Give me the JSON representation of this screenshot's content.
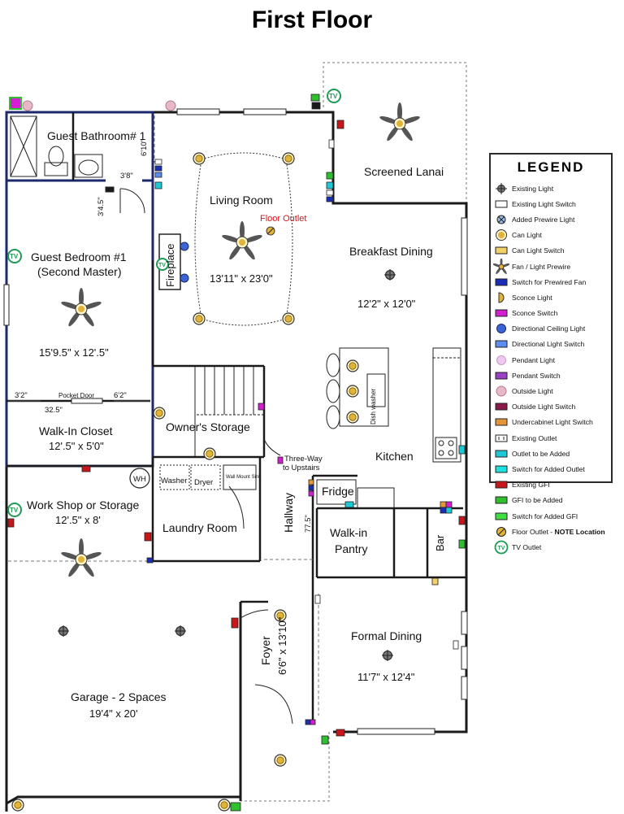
{
  "title": "First Floor",
  "rooms": {
    "guest_bathroom": "Guest Bathroom# 1",
    "guest_bedroom": "Guest Bedroom #1",
    "guest_bedroom_sub": "(Second Master)",
    "guest_bedroom_dim": "15'9.5\" x 12'.5\"",
    "walk_in_closet": "Walk-In Closet",
    "walk_in_closet_dim": "12'.5\" x 5'0\"",
    "workshop": "Work Shop or Storage",
    "workshop_dim": "12'.5\" x 8'",
    "garage": "Garage - 2 Spaces",
    "garage_dim": "19'4\" x 20'",
    "living_room": "Living Room",
    "living_room_dim": "13'11\" x 23'0\"",
    "fireplace": "Fireplace",
    "floor_outlet": "Floor Outlet",
    "screened_lanai": "Screened Lanai",
    "breakfast_dining": "Breakfast Dining",
    "breakfast_dining_dim": "12'2\" x 12'0\"",
    "owners_storage": "Owner's Storage",
    "kitchen": "Kitchen",
    "laundry": "Laundry Room",
    "washer": "Washer",
    "dryer": "Dryer",
    "wall_mount_sink": "Wall Mount Sink",
    "three_way": "Three-Way",
    "three_way_2": "to Upstairs",
    "hallway": "Hallway",
    "hallway_dim": "77.5\"",
    "fridge": "Fridge",
    "walk_in_pantry": "Walk-in",
    "walk_in_pantry_2": "Pantry",
    "bar": "Bar",
    "dish_washer": "Dish washer",
    "foyer": "Foyer",
    "foyer_dim": "6'6\" x 13'10\"",
    "formal_dining": "Formal Dining",
    "formal_dining_dim": "11'7\" x 12'4\"",
    "wh": "WH",
    "tv": "TV"
  },
  "dimensions": {
    "bath_610": "6'10\"",
    "bath_38": "3'8\"",
    "bath_345": "3'4.5\"",
    "closet_32": "3'2\"",
    "closet_pocket": "Pocket Door",
    "closet_62": "6'2\"",
    "closet_325": "32.5\""
  },
  "legend": {
    "title": "LEGEND",
    "items": [
      {
        "symbol": "existing-light-icon",
        "label": "Existing Light"
      },
      {
        "symbol": "existing-light-switch-icon",
        "label": "Existing Light Switch"
      },
      {
        "symbol": "added-prewire-light-icon",
        "label": "Added Prewire Light"
      },
      {
        "symbol": "can-light-icon",
        "label": "Can Light"
      },
      {
        "symbol": "can-light-switch-icon",
        "label": "Can Light Switch"
      },
      {
        "symbol": "fan-light-prewire-icon",
        "label": "Fan / Light Prewire"
      },
      {
        "symbol": "prewired-fan-switch-icon",
        "label": "Switch for Prewired Fan"
      },
      {
        "symbol": "sconce-light-icon",
        "label": "Sconce Light"
      },
      {
        "symbol": "sconce-switch-icon",
        "label": "Sconce Switch"
      },
      {
        "symbol": "directional-ceiling-light-icon",
        "label": "Directional Ceiling Light"
      },
      {
        "symbol": "directional-light-switch-icon",
        "label": "Directional Light Switch"
      },
      {
        "symbol": "pendant-light-icon",
        "label": "Pendant Light"
      },
      {
        "symbol": "pendant-switch-icon",
        "label": "Pendant Switch"
      },
      {
        "symbol": "outside-light-icon",
        "label": "Outside Light"
      },
      {
        "symbol": "outside-light-switch-icon",
        "label": "Outside Light Switch"
      },
      {
        "symbol": "undercabinet-light-switch-icon",
        "label": "Undercabinet Light Switch"
      },
      {
        "symbol": "existing-outlet-icon",
        "label": "Existing Outlet"
      },
      {
        "symbol": "outlet-to-be-added-icon",
        "label": "Outlet to be Added"
      },
      {
        "symbol": "switch-added-outlet-icon",
        "label": "Switch for Added Outlet"
      },
      {
        "symbol": "existing-gfi-icon",
        "label": "Existing GFI"
      },
      {
        "symbol": "gfi-to-be-added-icon",
        "label": "GFI to be Added"
      },
      {
        "symbol": "switch-added-gfi-icon",
        "label": "Switch for Added GFI"
      },
      {
        "symbol": "floor-outlet-icon",
        "label": "Floor Outlet - ",
        "bold": "NOTE Location"
      },
      {
        "symbol": "tv-outlet-icon",
        "label": "TV Outlet"
      }
    ]
  },
  "colors": {
    "wall": "#1a1a1a",
    "accent_wall": "#1c2a6b",
    "can_light": "#e2b33a",
    "red_gfi": "#c8171b",
    "green_gfi": "#2fbf2f",
    "teal_tv": "#1f9a55",
    "magenta": "#d21fcf",
    "floor_outlet_label": "#d4161b"
  }
}
